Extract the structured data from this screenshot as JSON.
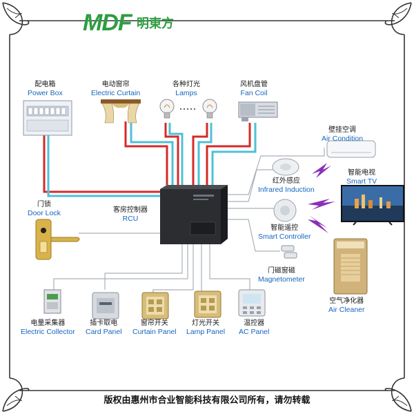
{
  "logo": {
    "mark": "MDF",
    "name_zh": "明東方"
  },
  "footer": "版权由惠州市合业智能科技有限公司所有，请勿转载",
  "nodes": {
    "power_box": {
      "zh": "配电箱",
      "en": "Power Box"
    },
    "curtain": {
      "zh": "电动窗帘",
      "en": "Electric Curtain"
    },
    "lamps": {
      "zh": "各种灯光",
      "en": "Lamps"
    },
    "fan_coil": {
      "zh": "风机盘管",
      "en": "Fan Coil"
    },
    "air_condition": {
      "zh": "壁挂空调",
      "en": "Air Condition"
    },
    "infrared": {
      "zh": "红外感应",
      "en": "Infrared Induction"
    },
    "smart_tv": {
      "zh": "智能电视",
      "en": "Smart TV"
    },
    "door_lock": {
      "zh": "门锁",
      "en": "Door Lock"
    },
    "rcu": {
      "zh": "客房控制器",
      "en": "RCU"
    },
    "smart_controller": {
      "zh": "智能遥控",
      "en": "Smart Controller"
    },
    "magnetometer": {
      "zh": "门磁窗磁",
      "en": "Magnetometer"
    },
    "air_cleaner": {
      "zh": "空气净化器",
      "en": "Air Cleaner"
    },
    "electric_collector": {
      "zh": "电量采集器",
      "en": "Electric Collector"
    },
    "card_panel": {
      "zh": "插卡取电",
      "en": "Card Panel"
    },
    "curtain_panel": {
      "zh": "窗帘开关",
      "en": "Curtain Panel"
    },
    "lamp_panel": {
      "zh": "灯光开关",
      "en": "Lamp Panel"
    },
    "ac_panel": {
      "zh": "温控器",
      "en": "AC Panel"
    }
  },
  "colors": {
    "power_line": "#d42a2a",
    "signal_line": "#4ec0d6",
    "bus_line": "#a9b0b8",
    "wireless": "#8a2fb8",
    "logo": "#2e9d42",
    "label_en": "#1565c0"
  },
  "icons": [
    "power-box-icon",
    "curtain-icon",
    "bulb-icon",
    "fan-coil-icon",
    "air-conditioner-icon",
    "sensor-icon",
    "tv-icon",
    "door-lock-icon",
    "rcu-box-icon",
    "controller-icon",
    "magnet-sensor-icon",
    "air-cleaner-icon",
    "din-meter-icon",
    "card-panel-icon",
    "switch-panel-icon",
    "thermostat-panel-icon"
  ]
}
